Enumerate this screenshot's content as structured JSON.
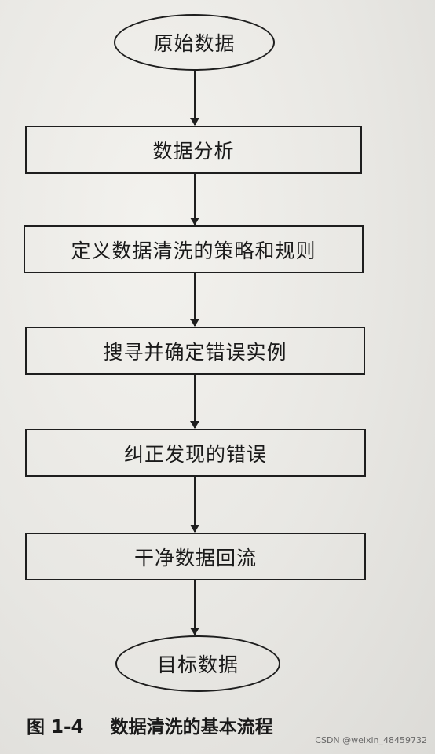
{
  "flowchart": {
    "nodes": [
      {
        "id": "start",
        "shape": "ellipse",
        "label": "原始数据"
      },
      {
        "id": "step1",
        "shape": "rect",
        "label": "数据分析"
      },
      {
        "id": "step2",
        "shape": "rect",
        "label": "定义数据清洗的策略和规则"
      },
      {
        "id": "step3",
        "shape": "rect",
        "label": "搜寻并确定错误实例"
      },
      {
        "id": "step4",
        "shape": "rect",
        "label": "纠正发现的错误"
      },
      {
        "id": "step5",
        "shape": "rect",
        "label": "干净数据回流"
      },
      {
        "id": "end",
        "shape": "ellipse",
        "label": "目标数据"
      }
    ],
    "edges": [
      [
        "start",
        "step1"
      ],
      [
        "step1",
        "step2"
      ],
      [
        "step2",
        "step3"
      ],
      [
        "step3",
        "step4"
      ],
      [
        "step4",
        "step5"
      ],
      [
        "step5",
        "end"
      ]
    ]
  },
  "caption": {
    "figure_number": "图 1-4",
    "title": "数据清洗的基本流程"
  },
  "watermark": "CSDN @weixin_48459732"
}
